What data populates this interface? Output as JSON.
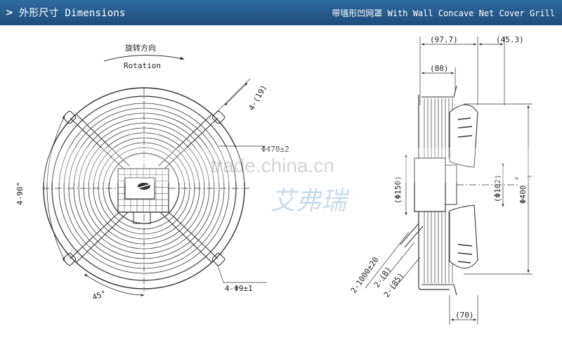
{
  "header": {
    "title": "外形尺寸 Dimensions",
    "subtitle": "带墙形凹网罩 With Wall Concave Net Cover Grill"
  },
  "front_view": {
    "rotation_cn": "旋转方向",
    "rotation_en": "Rotation",
    "holes_top": "4-(19)",
    "diameter": "Φ470±2",
    "angle_left": "4-90°",
    "angle_bottom": "45°",
    "mount_holes": "4-Φ9±1"
  },
  "side_view": {
    "dim_97": "(97.7)",
    "dim_45": "(45.3)",
    "dim_80": "(80)",
    "dim_150": "(Φ150)",
    "dim_102": "(Φ102)",
    "dim_400": "Φ400",
    "dim_400_tol_top": "0",
    "dim_400_tol_bottom": "-3",
    "cable_length": "2-1000±20",
    "cable_8": "2-(8)",
    "cable_85": "2-(85)",
    "dim_70": "(70)"
  },
  "watermark": {
    "site": "trade.china.cn",
    "brand": "艾弗瑞"
  },
  "colors": {
    "header": "#2a5f94",
    "line": "#333333"
  }
}
